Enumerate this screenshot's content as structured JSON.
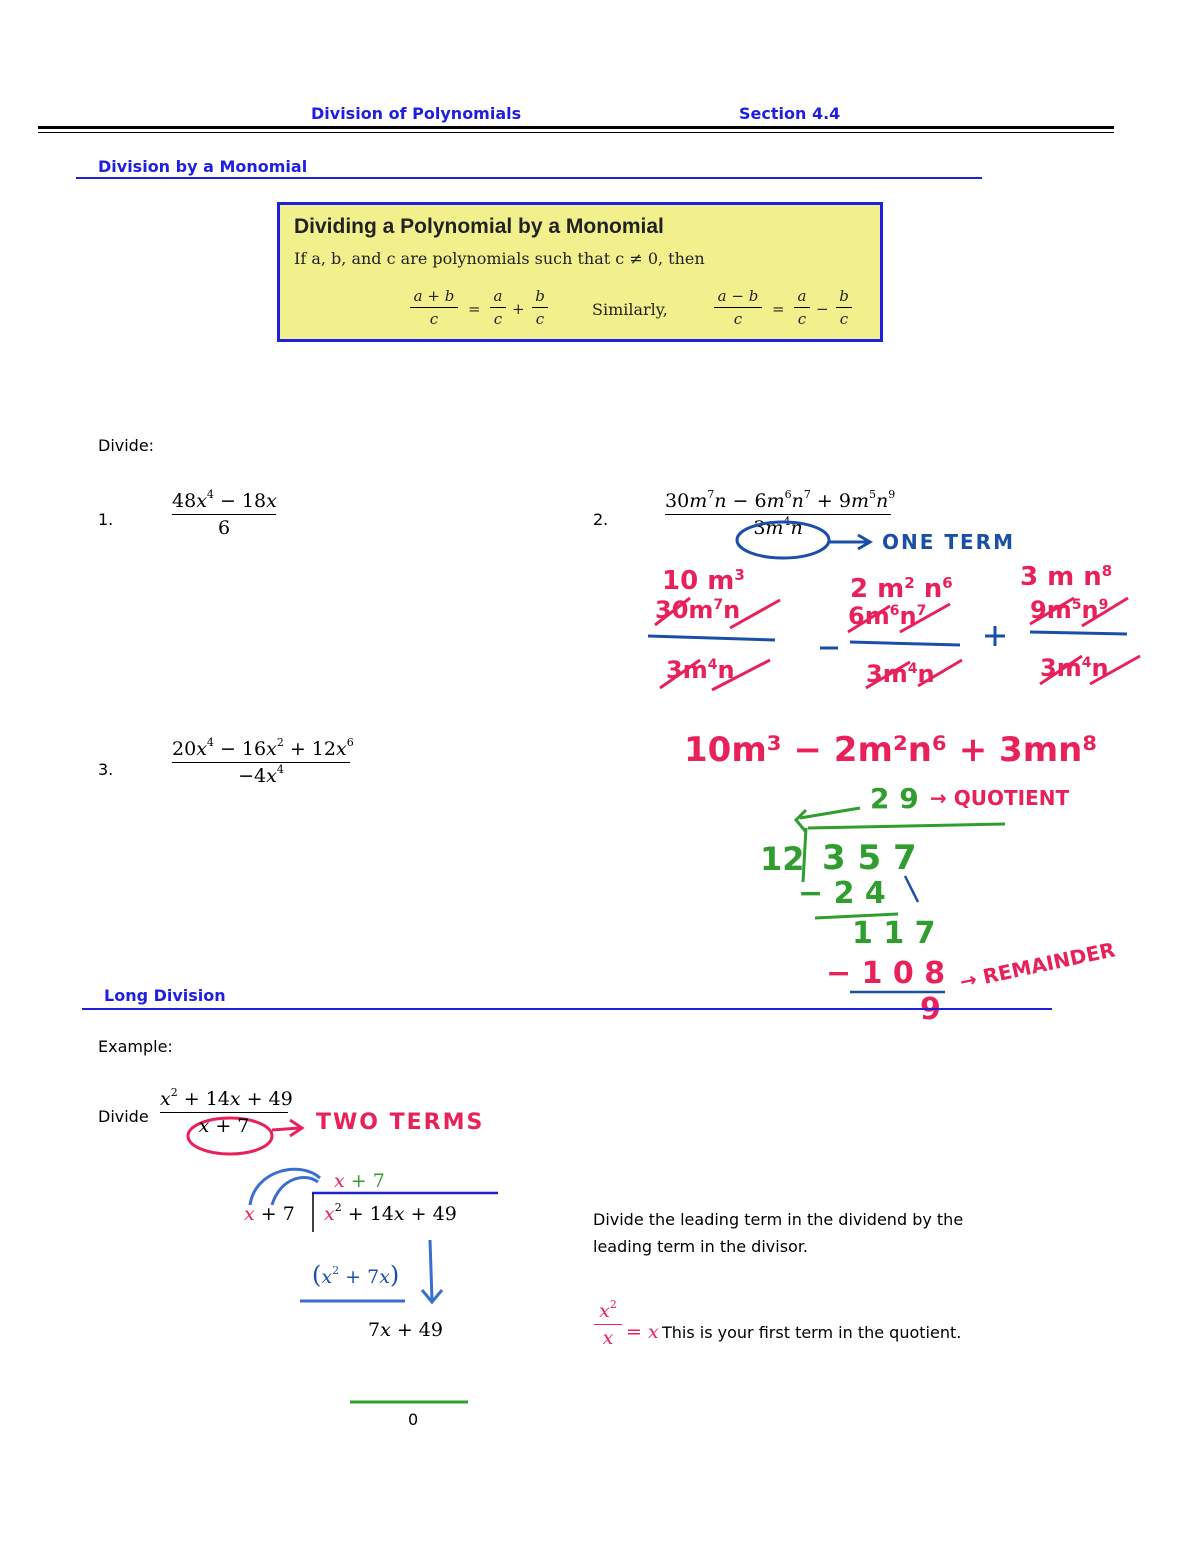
{
  "header": {
    "title": "Division of Polynomials",
    "section": "Section 4.4"
  },
  "monomial": {
    "heading": "Division by a Monomial",
    "box": {
      "title": "Dividing a Polynomial by a Monomial",
      "statement": "If a, b, and c are polynomials such that c ≠ 0, then",
      "similarly": "Similarly,"
    },
    "divide_label": "Divide:",
    "problems": [
      {
        "number": "1."
      },
      {
        "number": "2."
      },
      {
        "number": "3."
      }
    ]
  },
  "annotations": {
    "one_term": "ONE TERM",
    "two_terms": "TWO TERMS",
    "quotient": "QUOTIENT",
    "remainder": "REMAINDER",
    "result_2": "10m³ − 2m²n⁶ + 3mn⁸"
  },
  "long_division": {
    "heading": "Long Division",
    "example_label": "Example:",
    "divide_word": "Divide",
    "instruction": "Divide the leading term in the dividend by the leading term in the divisor.",
    "first_term_note": "This is your first term in the quotient.",
    "final_remainder": "0"
  },
  "colors": {
    "heading_blue": "#1f1fe0",
    "box_fill": "#f2f08c",
    "ink_red": "#e8215a",
    "ink_blue": "#1a4fa8",
    "ink_green": "#2f9e2f"
  }
}
